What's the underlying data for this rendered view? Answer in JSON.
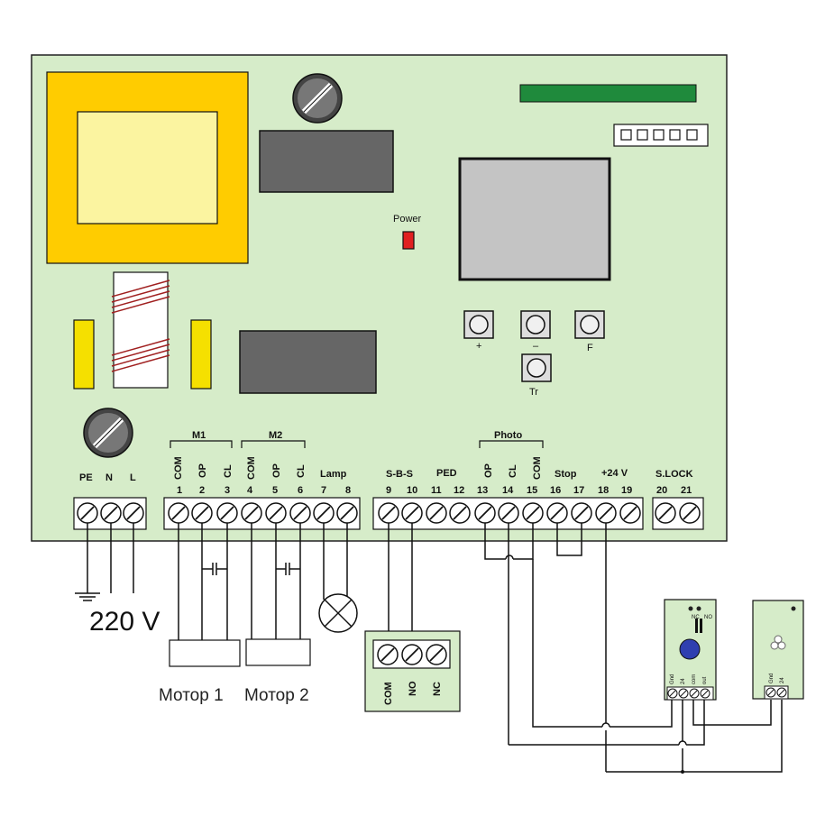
{
  "board": {
    "power_label": "Power",
    "buttons": [
      "+",
      "–",
      "F",
      "Tr"
    ],
    "bracket_labels": [
      "M1",
      "M2",
      "Photo"
    ],
    "group_labels": {
      "pe": "PE",
      "n": "N",
      "l": "L",
      "com1": "COM",
      "op1": "OP",
      "cl1": "CL",
      "com2": "COM",
      "op2": "OP",
      "cl2": "CL",
      "lamp": "Lamp",
      "sbs": "S-B-S",
      "ped": "PED",
      "op3": "OP",
      "cl3": "CL",
      "com3": "COM",
      "stop": "Stop",
      "v24": "+24 V",
      "slock": "S.LOCK"
    },
    "terminal_numbers": [
      "1",
      "2",
      "3",
      "4",
      "5",
      "6",
      "7",
      "8",
      "9",
      "10",
      "11",
      "12",
      "13",
      "14",
      "15",
      "16",
      "17",
      "18",
      "19",
      "20",
      "21"
    ]
  },
  "mains_label": "220 V",
  "motor_labels": [
    "Мотор 1",
    "Мотор 2"
  ],
  "relay_block_labels": [
    "COM",
    "NO",
    "NC"
  ],
  "photo_rx_labels": {
    "nc": "NC",
    "no": "NO",
    "pins": [
      "Gnd",
      "24",
      "com",
      "out"
    ]
  },
  "photo_tx_pins": [
    "Gnd",
    "24"
  ]
}
